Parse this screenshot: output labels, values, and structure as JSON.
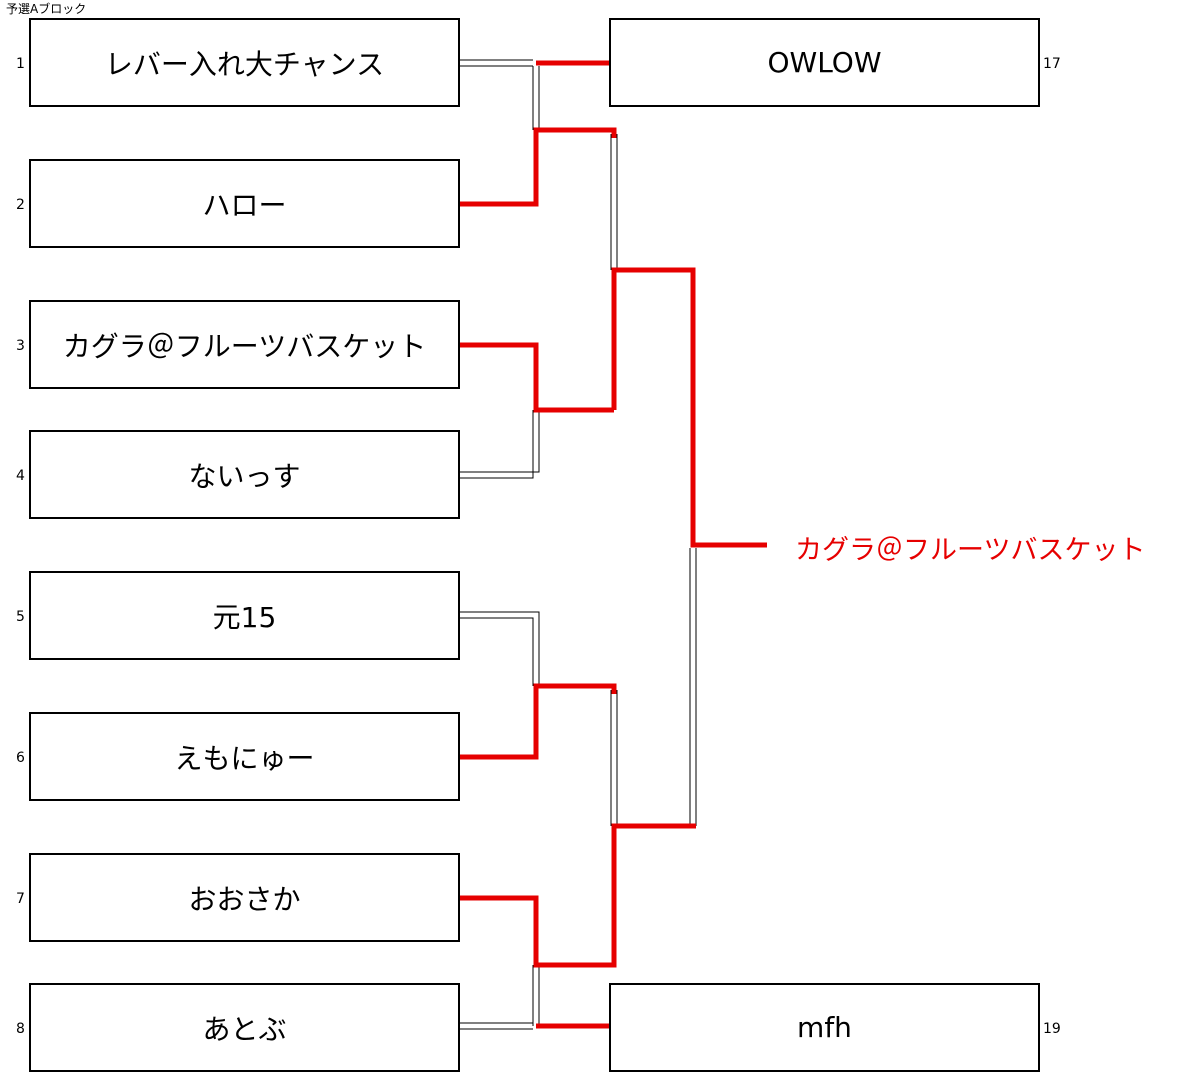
{
  "block_title": "予選Aブロック",
  "teams": [
    {
      "seed": "1",
      "name": "レバー入れ大チャンス"
    },
    {
      "seed": "2",
      "name": "ハロー"
    },
    {
      "seed": "3",
      "name": "カグラ＠フルーツバスケット"
    },
    {
      "seed": "4",
      "name": "ないっす"
    },
    {
      "seed": "5",
      "name": "元15"
    },
    {
      "seed": "6",
      "name": "えもにゅー"
    },
    {
      "seed": "7",
      "name": "おおさか"
    },
    {
      "seed": "8",
      "name": "あとぶ"
    },
    {
      "seed": "17",
      "name": "OWLOW"
    },
    {
      "seed": "19",
      "name": "mfh"
    }
  ],
  "winner": "カグラ＠フルーツバスケット",
  "colors": {
    "win_line": "#e60000",
    "lose_line": "#000000",
    "text": "#000000",
    "winner_text": "#e60000"
  }
}
